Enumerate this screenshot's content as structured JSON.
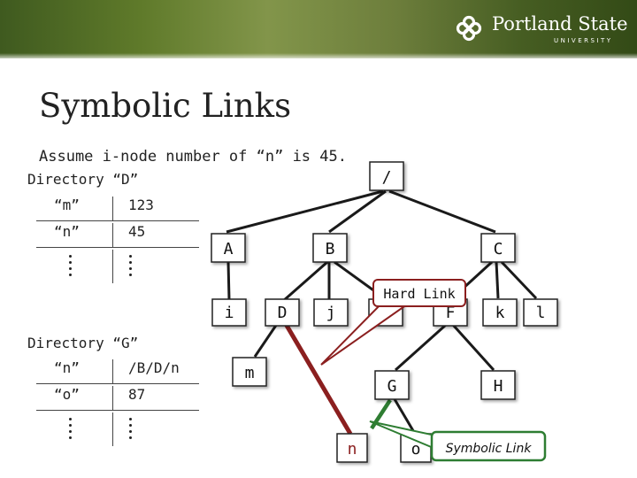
{
  "header": {
    "logo_name": "Portland State",
    "logo_sub": "UNIVERSITY"
  },
  "title": "Symbolic Links",
  "assumption": "Assume i-node number of “n” is 45.",
  "directory_d": {
    "label": "Directory “D”",
    "rows": [
      {
        "name": "“m”",
        "value": "123"
      },
      {
        "name": "“n”",
        "value": "45"
      }
    ]
  },
  "directory_g": {
    "label": "Directory “G”",
    "rows": [
      {
        "name": "“n”",
        "value": "/B/D/n"
      },
      {
        "name": "“o”",
        "value": "87"
      }
    ]
  },
  "tree": {
    "nodes": {
      "root": "/",
      "A": "A",
      "B": "B",
      "C": "C",
      "i": "i",
      "D": "D",
      "j": "j",
      "E": "E",
      "F": "F",
      "k": "k",
      "l": "l",
      "m": "m",
      "G": "G",
      "H": "H",
      "n": "n",
      "o": "o"
    },
    "hard_link_label": "Hard Link",
    "symbolic_link_label": "Symbolic Link",
    "colors": {
      "hard_link": "#8b1f1f",
      "symbolic_link": "#2e7d32",
      "node_text": "#111111",
      "red_node_text": "#8b1f1f"
    }
  }
}
